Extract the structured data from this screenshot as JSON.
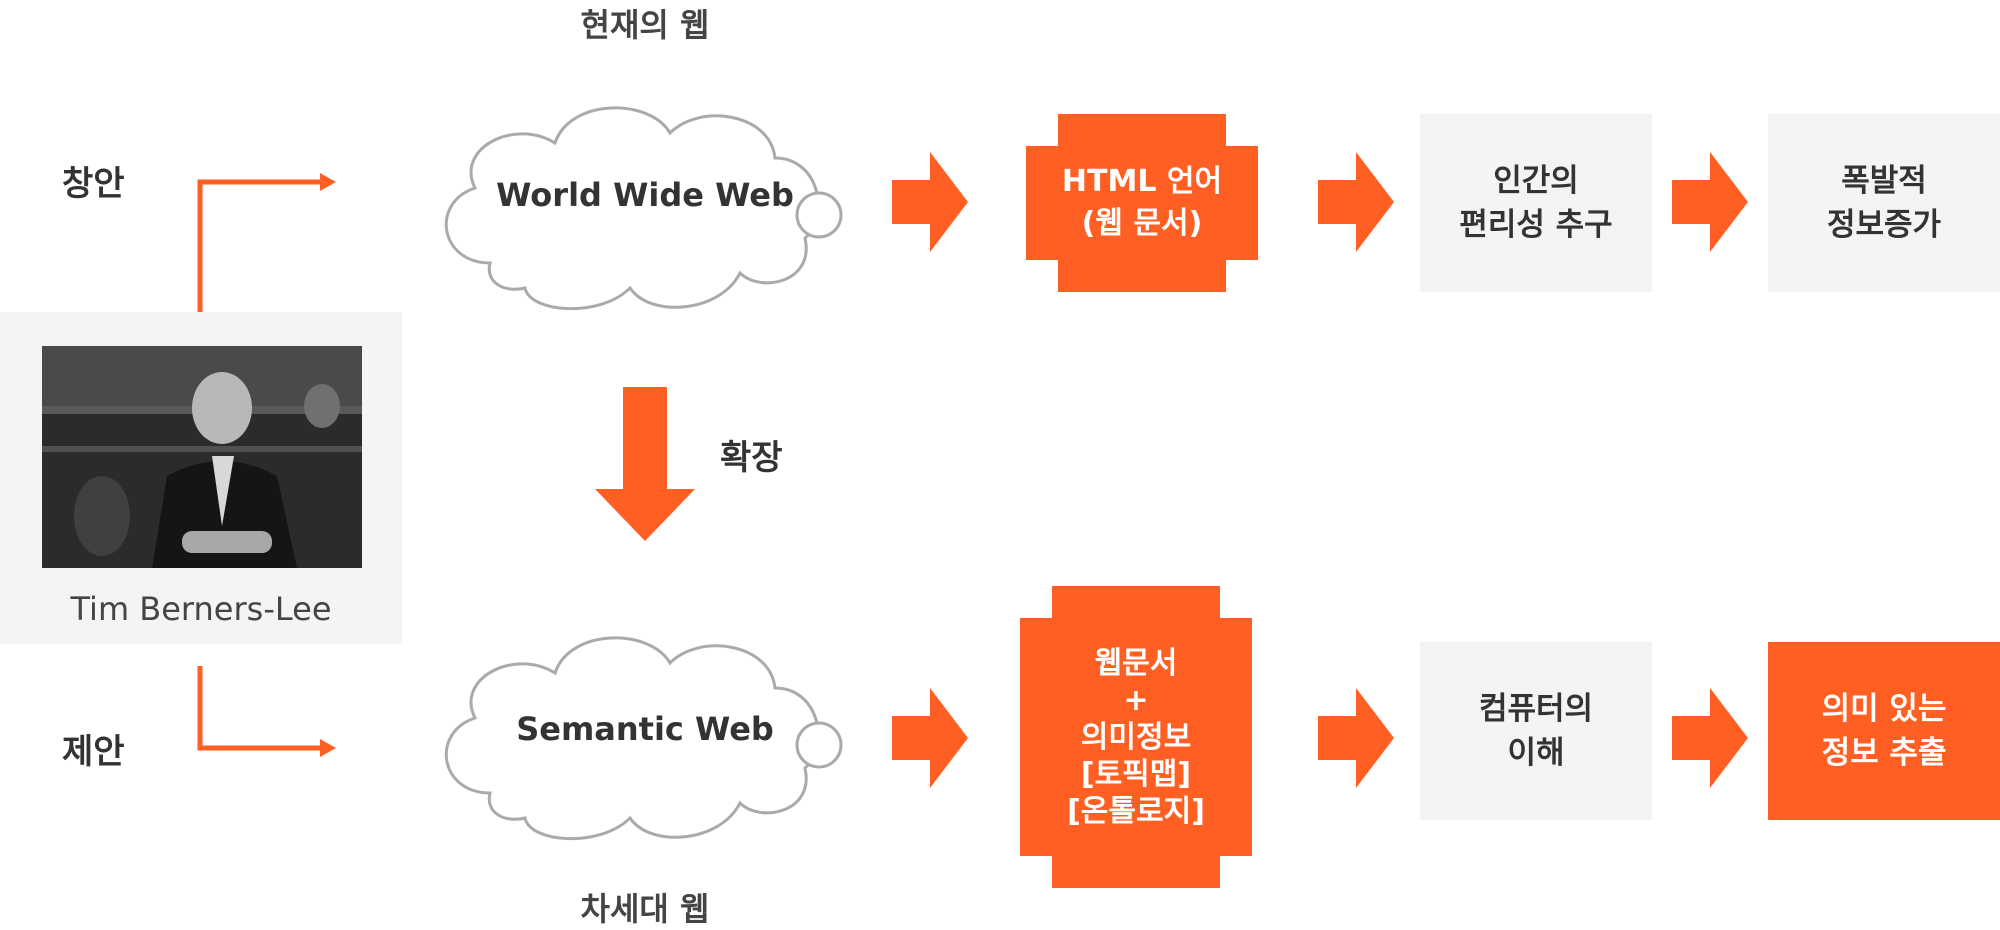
{
  "titles": {
    "current_web": "현재의 웹",
    "next_web": "차세대 웹",
    "expand": "확장"
  },
  "person": {
    "invented_label": "창안",
    "proposed_label": "제안",
    "name": "Tim Berners-Lee"
  },
  "top_row": {
    "cloud": "World Wide Web",
    "html_box": "HTML 언어\n(웹 문서)",
    "convenience_box": "인간의\n편리성 추구",
    "explosion_box": "폭발적\n정보증가"
  },
  "bottom_row": {
    "cloud": "Semantic Web",
    "semantic_box": "웹문서\n+\n의미정보\n[토픽맵]\n[온톨로지]",
    "computer_box": "컴퓨터의\n이해",
    "meaning_box": "의미 있는\n정보 추출"
  },
  "colors": {
    "accent": "#ff5f22",
    "grey_box": "#f4f4f4",
    "cloud_stroke": "#aaaaaa"
  }
}
